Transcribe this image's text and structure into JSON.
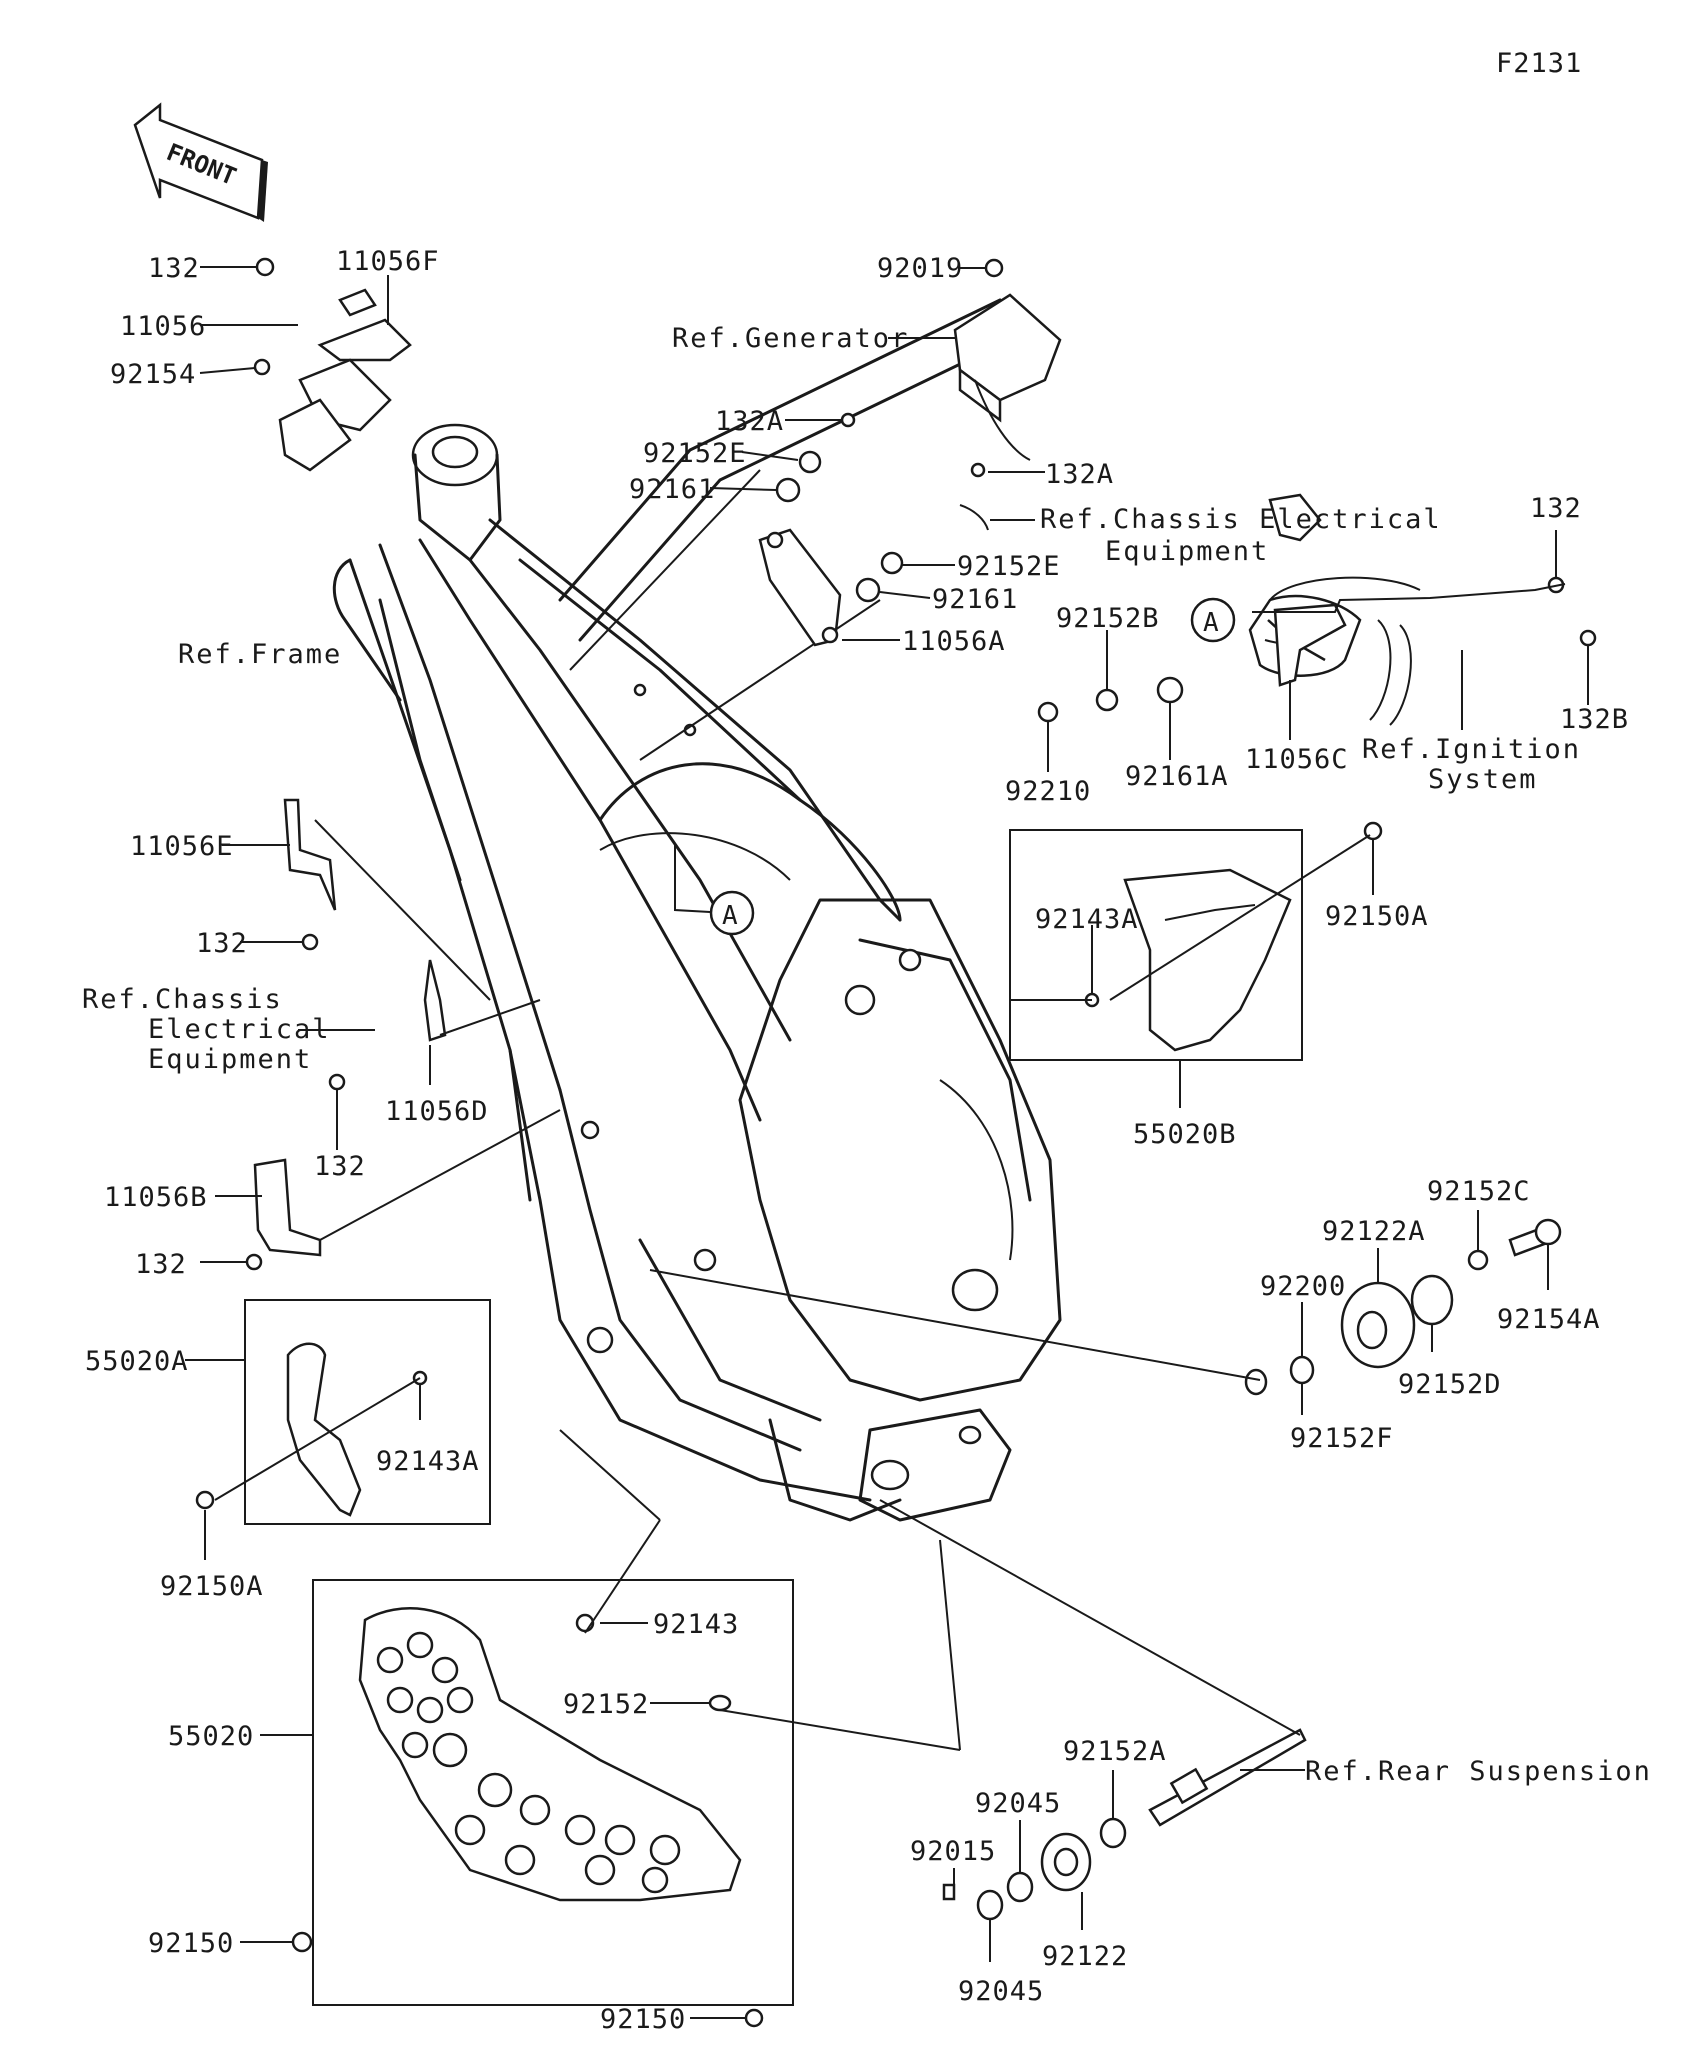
{
  "figure_id": "F2131",
  "front_badge": "FRONT",
  "callout_letter": "A",
  "refs": {
    "generator": "Ref.Generator",
    "frame": "Ref.Frame",
    "chassis_electrical_1": "Ref.Chassis Electrical",
    "chassis_electrical_1b": "Equipment",
    "chassis_electrical_2a": "Ref.Chassis",
    "chassis_electrical_2b": "Electrical",
    "chassis_electrical_2c": "Equipment",
    "ignition_a": "Ref.Ignition",
    "ignition_b": "System",
    "rear_suspension": "Ref.Rear Suspension"
  },
  "parts": {
    "p132_top": "132",
    "p11056F": "11056F",
    "p11056": "11056",
    "p92154": "92154",
    "p92019": "92019",
    "p132A_a": "132A",
    "p92152E_a": "92152E",
    "p92161_a": "92161",
    "p132A_b": "132A",
    "p92152E_b": "92152E",
    "p92161_b": "92161",
    "p11056A": "11056A",
    "p132_right": "132",
    "p132B": "132B",
    "p92152B": "92152B",
    "p92210": "92210",
    "p92161A": "92161A",
    "p11056C": "11056C",
    "p11056E": "11056E",
    "p132_e": "132",
    "p92143A_top": "92143A",
    "p92150A_top": "92150A",
    "p55020B": "55020B",
    "p132_d": "132",
    "p11056D": "11056D",
    "p11056B": "11056B",
    "p132_b": "132",
    "p92152C": "92152C",
    "p92122A": "92122A",
    "p92200": "92200",
    "p92154A": "92154A",
    "p92152D": "92152D",
    "p92152F": "92152F",
    "p55020A": "55020A",
    "p92143A_left": "92143A",
    "p92150A_left": "92150A",
    "p92143": "92143",
    "p92152": "92152",
    "p55020": "55020",
    "p92152A": "92152A",
    "p92045_top": "92045",
    "p92015": "92015",
    "p92122": "92122",
    "p92045_bot": "92045",
    "p92150_left": "92150",
    "p92150_bot": "92150"
  }
}
